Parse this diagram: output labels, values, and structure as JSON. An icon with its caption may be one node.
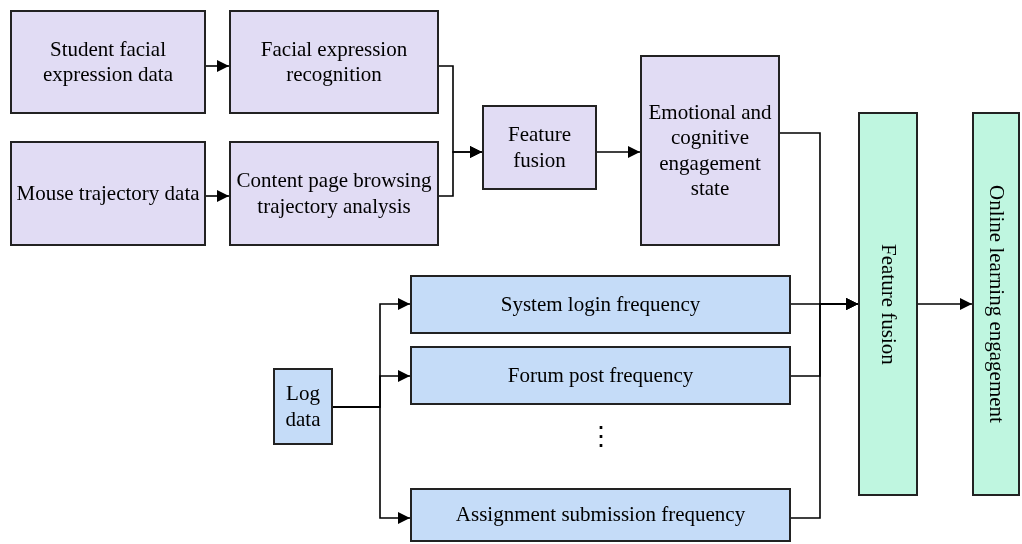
{
  "diagram": {
    "nodes": [
      {
        "text": [
          "Student facial expression data"
        ]
      },
      {
        "text": [
          "Facial expression recognition"
        ]
      },
      {
        "text": [
          "Mouse trajectory data"
        ]
      },
      {
        "text": [
          "Content page browsing trajectory analysis"
        ]
      },
      {
        "text": [
          "Feature fusion"
        ]
      },
      {
        "text": [
          "Emotional and cognitive engagement state"
        ]
      },
      {
        "text": [
          "Feature fusion"
        ]
      },
      {
        "text": [
          "Online learning engagement"
        ]
      },
      {
        "text": [
          "Log data"
        ]
      },
      {
        "text": [
          "System login frequency"
        ]
      },
      {
        "text": [
          "Forum post frequency"
        ]
      },
      {
        "text": [
          "Assignment submission frequency"
        ]
      }
    ],
    "edges": [
      {
        "from": 0,
        "to": 1,
        "arrow": "to"
      },
      {
        "from": 2,
        "to": 3,
        "arrow": "to"
      },
      {
        "from": 1,
        "to": 4,
        "arrow": "to"
      },
      {
        "from": 3,
        "to": 4,
        "arrow": "to"
      },
      {
        "from": 4,
        "to": 5,
        "arrow": "to"
      },
      {
        "from": 5,
        "to": 6,
        "arrow": "to"
      },
      {
        "from": 9,
        "to": 6,
        "arrow": "to"
      },
      {
        "from": 10,
        "to": 6,
        "arrow": "to"
      },
      {
        "from": 11,
        "to": 6,
        "arrow": "to"
      },
      {
        "from": 6,
        "to": 7,
        "arrow": "to"
      },
      {
        "from": 8,
        "to": 9,
        "arrow": "to"
      },
      {
        "from": 8,
        "to": 10,
        "arrow": "to"
      },
      {
        "from": 8,
        "to": 11,
        "arrow": "to"
      }
    ],
    "labels": [
      "⋮"
    ]
  }
}
